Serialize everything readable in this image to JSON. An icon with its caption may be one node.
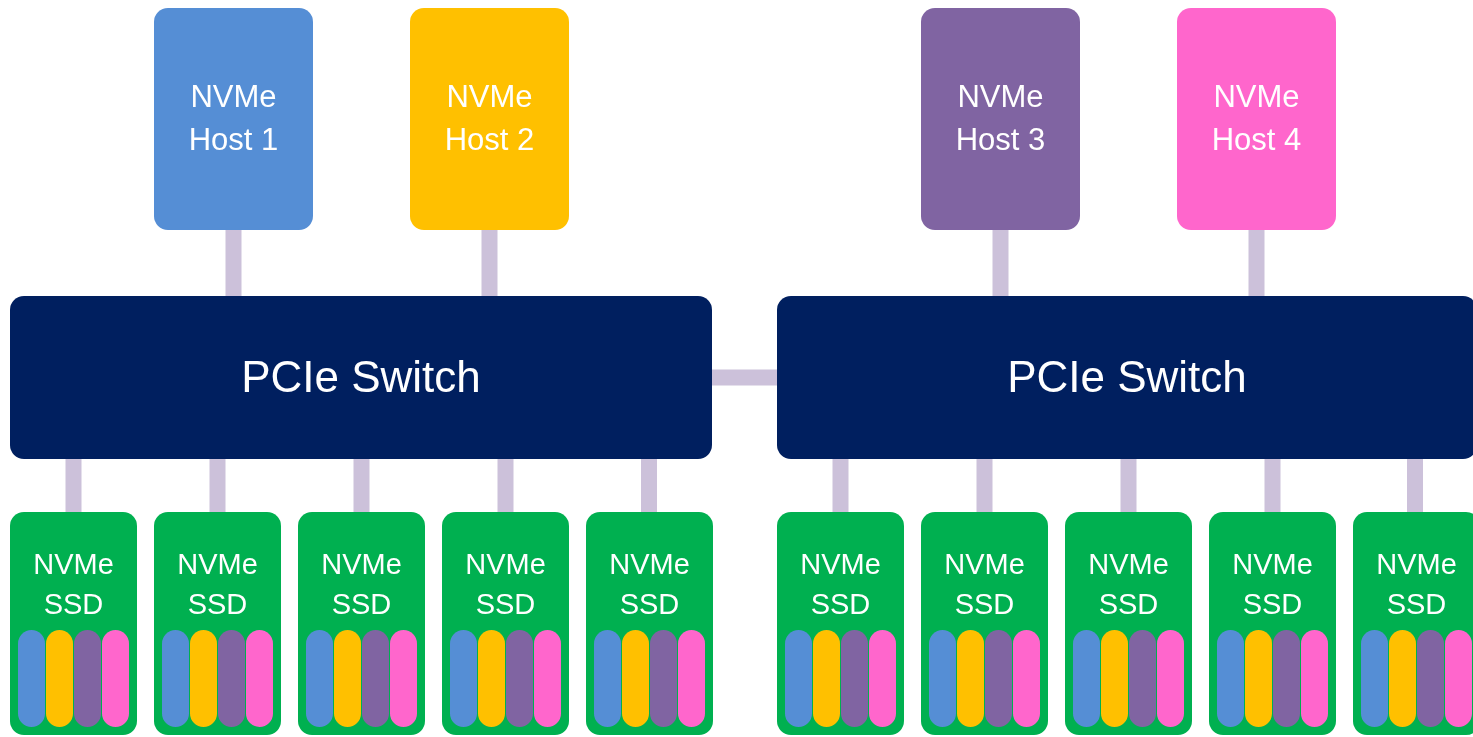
{
  "diagram": {
    "nodes": [
      {
        "text": [
          "NVMe Host 1"
        ]
      },
      {
        "text": [
          "NVMe Host 2"
        ]
      },
      {
        "text": [
          "NVMe Host 3"
        ]
      },
      {
        "text": [
          "NVMe Host 4"
        ]
      },
      {
        "text": [
          "PCIe Switch"
        ]
      },
      {
        "text": [
          "PCIe Switch"
        ]
      },
      {
        "text": [
          "NVMe SSD"
        ]
      },
      {
        "text": [
          "NVMe SSD"
        ]
      },
      {
        "text": [
          "NVMe SSD"
        ]
      },
      {
        "text": [
          "NVMe SSD"
        ]
      },
      {
        "text": [
          "NVMe SSD"
        ]
      },
      {
        "text": [
          "NVMe SSD"
        ]
      },
      {
        "text": [
          "NVMe SSD"
        ]
      },
      {
        "text": [
          "NVMe SSD"
        ]
      },
      {
        "text": [
          "NVMe SSD"
        ]
      },
      {
        "text": [
          "NVMe SSD"
        ]
      }
    ],
    "edges": [
      {
        "from": 0,
        "to": 4,
        "arrow": "none"
      },
      {
        "from": 1,
        "to": 4,
        "arrow": "none"
      },
      {
        "from": 2,
        "to": 5,
        "arrow": "none"
      },
      {
        "from": 3,
        "to": 5,
        "arrow": "none"
      },
      {
        "from": 4,
        "to": 5,
        "arrow": "none"
      },
      {
        "from": 4,
        "to": 6,
        "arrow": "none"
      },
      {
        "from": 4,
        "to": 7,
        "arrow": "none"
      },
      {
        "from": 4,
        "to": 8,
        "arrow": "none"
      },
      {
        "from": 4,
        "to": 9,
        "arrow": "none"
      },
      {
        "from": 4,
        "to": 10,
        "arrow": "none"
      },
      {
        "from": 5,
        "to": 11,
        "arrow": "none"
      },
      {
        "from": 5,
        "to": 12,
        "arrow": "none"
      },
      {
        "from": 5,
        "to": 13,
        "arrow": "none"
      },
      {
        "from": 5,
        "to": 14,
        "arrow": "none"
      },
      {
        "from": 5,
        "to": 15,
        "arrow": "none"
      }
    ]
  }
}
